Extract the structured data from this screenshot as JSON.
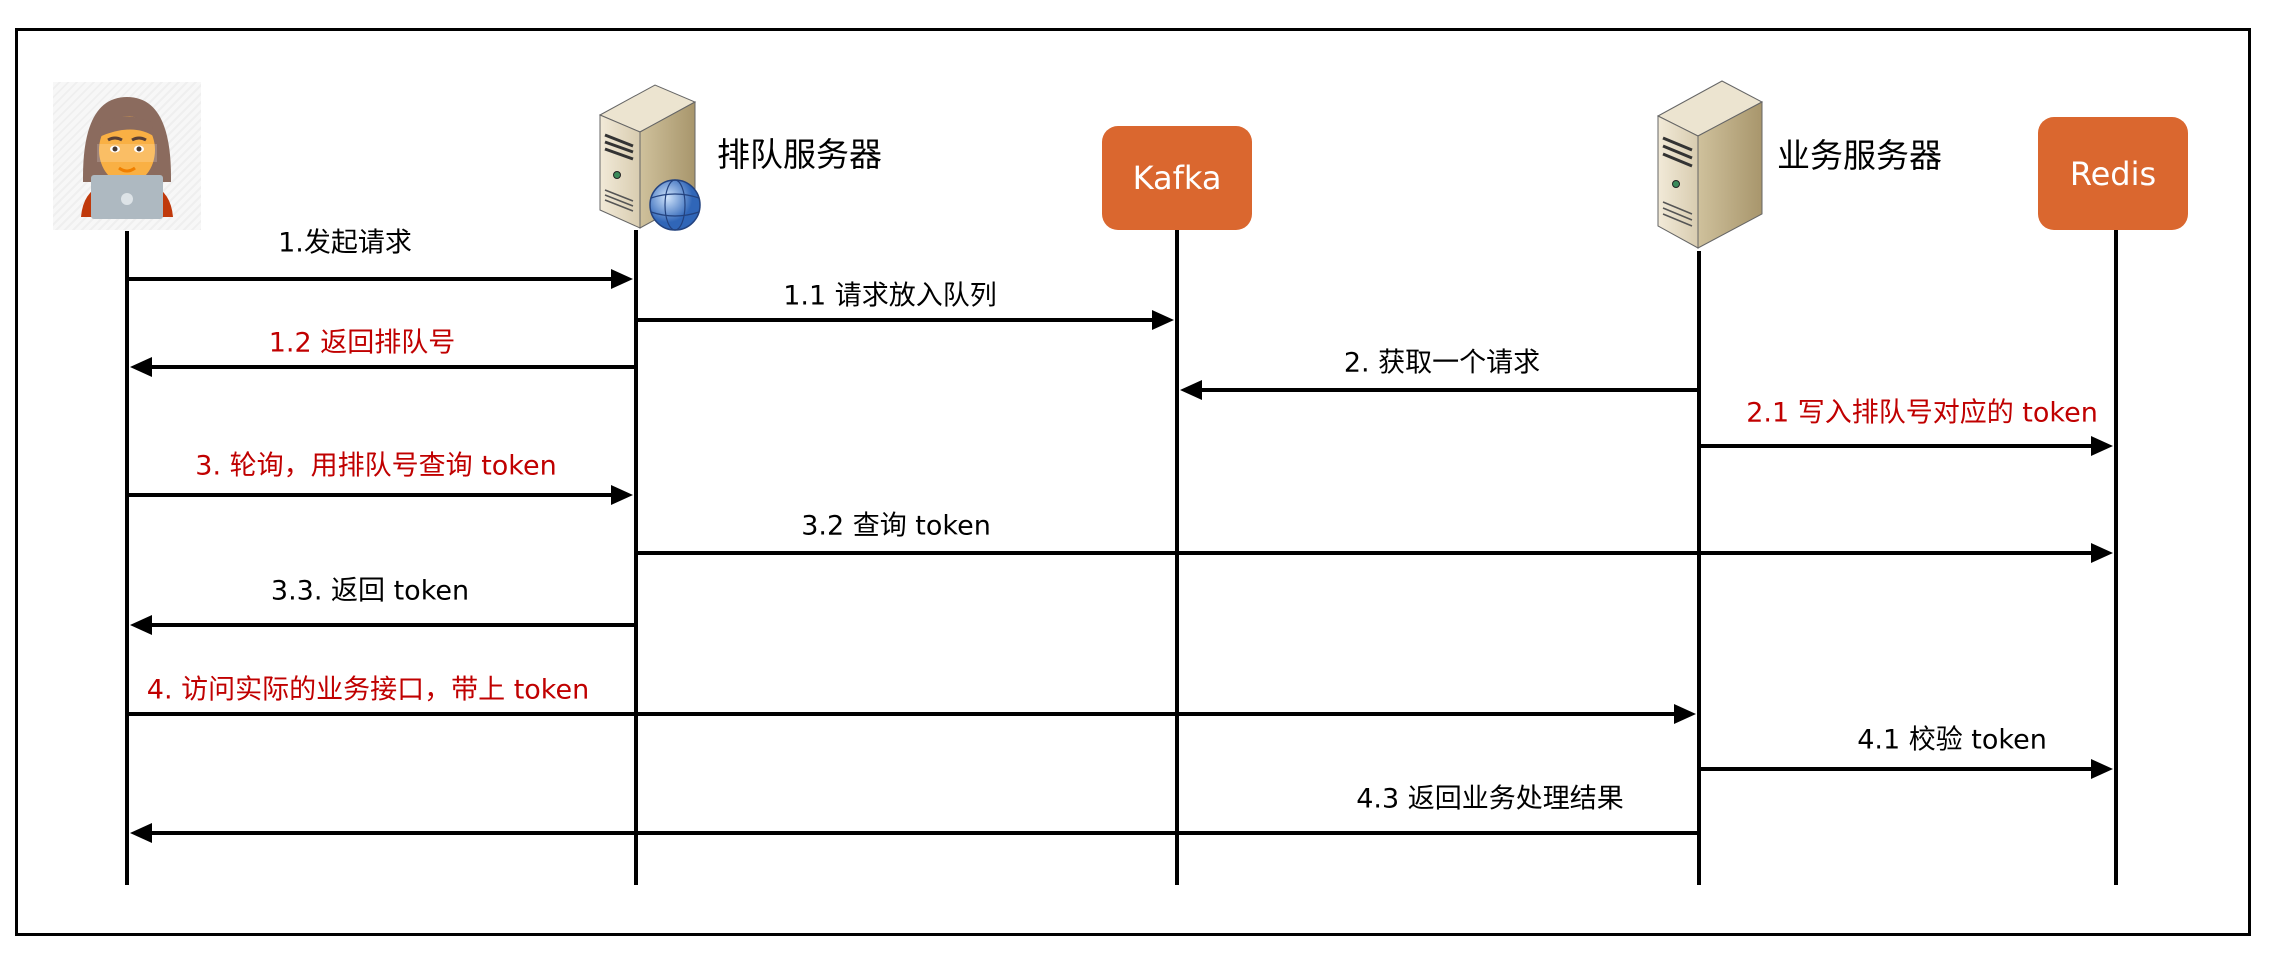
{
  "participants": [
    {
      "id": "user",
      "name": "",
      "icon": "user-with-laptop-icon"
    },
    {
      "id": "queue_server",
      "name": "排队服务器",
      "icon": "web-server-icon"
    },
    {
      "id": "kafka",
      "name": "Kafka",
      "icon": "rounded-box",
      "color": "#DA672F"
    },
    {
      "id": "business_server",
      "name": "业务服务器",
      "icon": "server-icon"
    },
    {
      "id": "redis",
      "name": "Redis",
      "icon": "rounded-box",
      "color": "#DA672F"
    }
  ],
  "messages": [
    {
      "label": "1.发起请求",
      "from": "user",
      "to": "queue_server",
      "color": "#000000"
    },
    {
      "label": "1.1 请求放入队列",
      "from": "queue_server",
      "to": "kafka",
      "color": "#000000"
    },
    {
      "label": "1.2 返回排队号",
      "from": "queue_server",
      "to": "user",
      "color": "#C00000"
    },
    {
      "label": "2. 获取一个请求",
      "from": "business_server",
      "to": "kafka",
      "color": "#000000"
    },
    {
      "label": "2.1 写入排队号对应的 token",
      "from": "business_server",
      "to": "redis",
      "color": "#C00000"
    },
    {
      "label": "3. 轮询，用排队号查询 token",
      "from": "user",
      "to": "queue_server",
      "color": "#C00000"
    },
    {
      "label": "3.2 查询 token",
      "from": "queue_server",
      "to": "redis",
      "color": "#000000"
    },
    {
      "label": "3.3. 返回 token",
      "from": "queue_server",
      "to": "user",
      "color": "#000000"
    },
    {
      "label": "4. 访问实际的业务接口，带上 token",
      "from": "user",
      "to": "business_server",
      "color": "#C00000"
    },
    {
      "label": "4.1 校验 token",
      "from": "business_server",
      "to": "redis",
      "color": "#000000"
    },
    {
      "label": "4.3 返回业务处理结果",
      "from": "business_server",
      "to": "user",
      "color": "#000000"
    }
  ]
}
